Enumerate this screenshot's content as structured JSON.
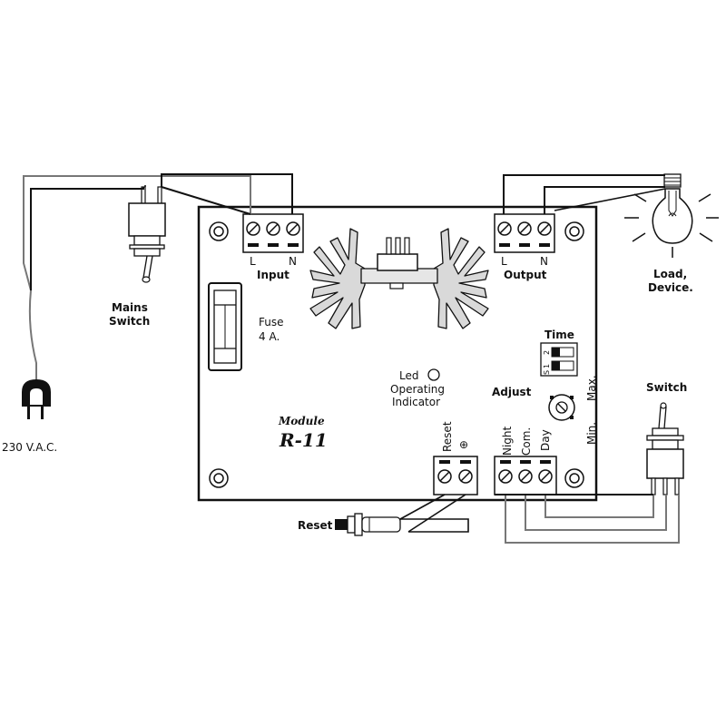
{
  "labels": {
    "input": "Input",
    "input_l": "L",
    "input_n": "N",
    "output": "Output",
    "output_l": "L",
    "output_n": "N",
    "fuse": "Fuse",
    "fuse_rating": "4 A.",
    "led": "Led",
    "operating": "Operating",
    "indicator": "Indicator",
    "adjust": "Adjust",
    "time": "Time",
    "dip_2": "2",
    "dip_1": "1",
    "dip_s": "S",
    "max": "Max.",
    "min": "Min.",
    "night": "Night",
    "com": "Com.",
    "day": "Day",
    "reset_terminal": "Reset",
    "ground_symbol": "⊕",
    "module": "Module",
    "module_id": "R-11",
    "mains_switch_1": "Mains",
    "mains_switch_2": "Switch",
    "plug_voltage": "230 V.A.C.",
    "load_1": "Load,",
    "load_2": "Device.",
    "switch": "Switch",
    "reset_button": "Reset"
  },
  "colors": {
    "line": "#111111",
    "heatsink": "#d7d7d7",
    "gray_wire": "#777777"
  },
  "icons": [
    "plug-icon",
    "toggle-switch-icon",
    "light-bulb-icon",
    "push-button-icon",
    "heatsink-icon",
    "fuse-icon",
    "led-icon",
    "potentiometer-icon",
    "dip-switch-icon",
    "terminal-block-icon"
  ]
}
